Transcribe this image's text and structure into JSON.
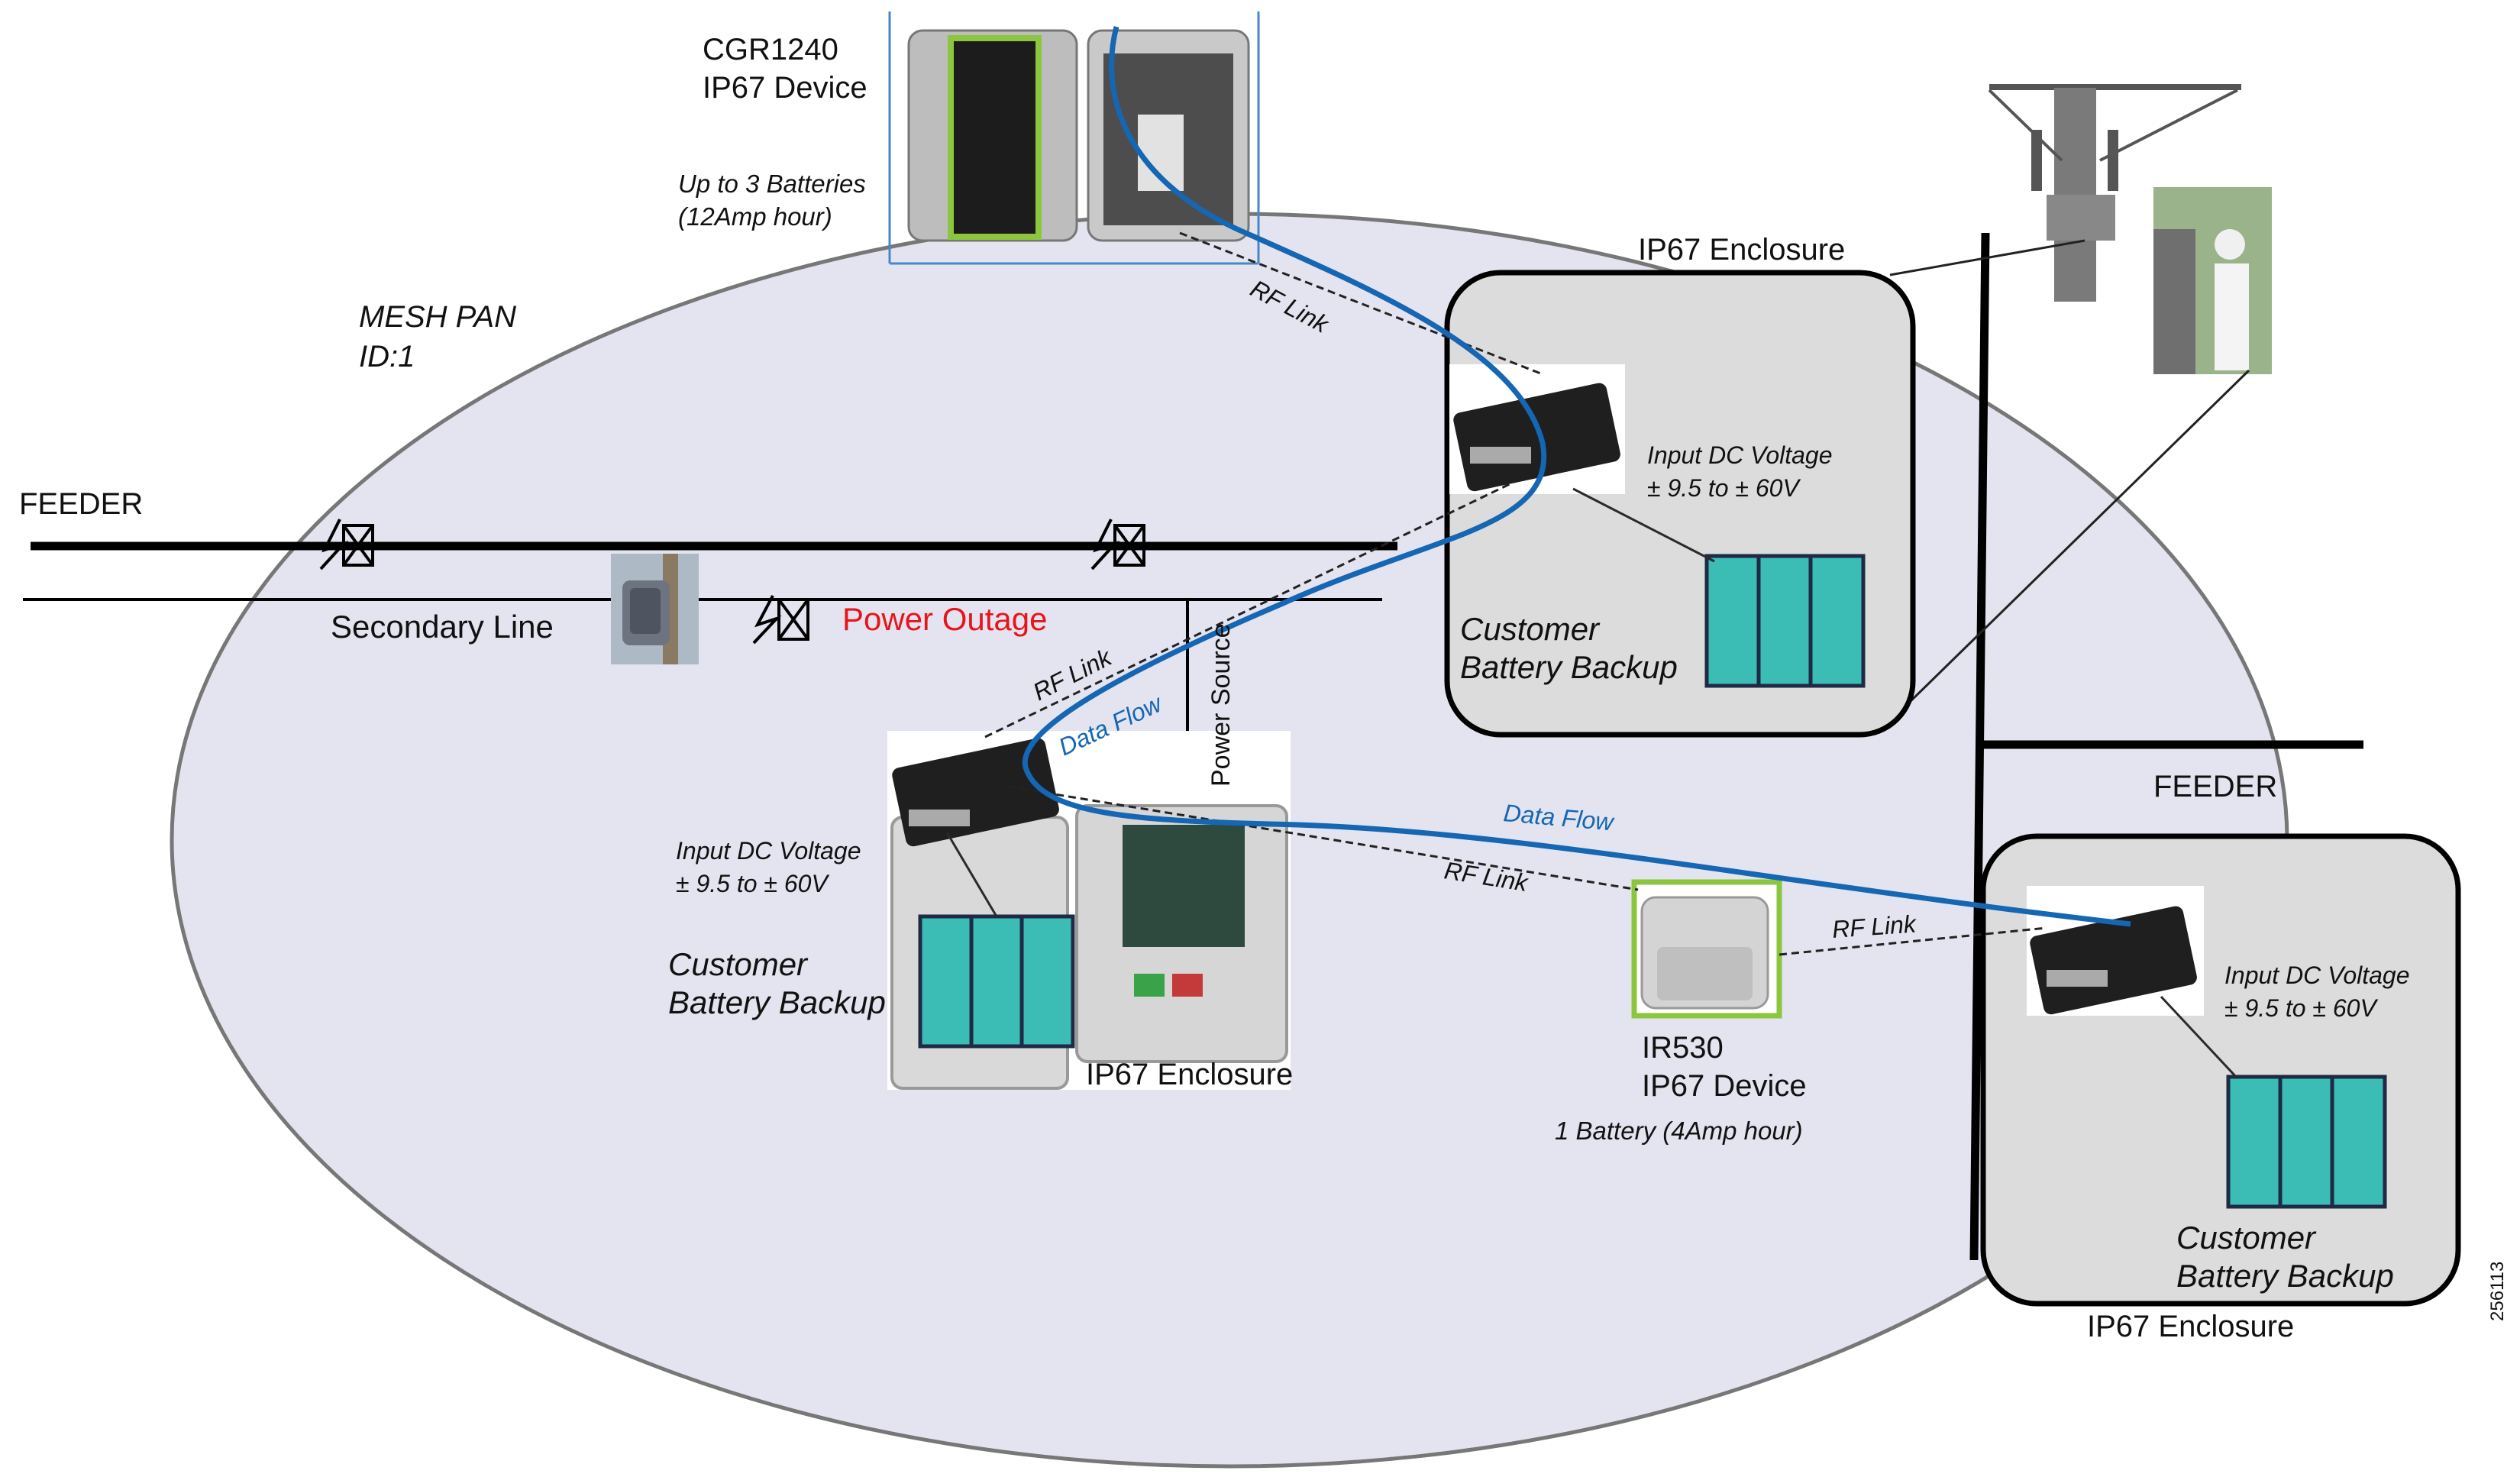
{
  "labels": {
    "cgr_title1": "CGR1240",
    "cgr_title2": "IP67 Device",
    "cgr_batt1": "Up to 3 Batteries",
    "cgr_batt2": "(12Amp hour)",
    "mesh1": "MESH PAN",
    "mesh2": "ID:1",
    "feeder_left": "FEEDER",
    "feeder_right": "FEEDER",
    "secondary_line": "Secondary Line",
    "power_outage": "Power Outage",
    "power_source": "Power Source",
    "rf_link_top": "RF Link",
    "rf_link_mid": "RF Link",
    "rf_link_bottom": "RF Link",
    "rf_link_right": "RF Link",
    "data_flow_1": "Data Flow",
    "data_flow_2": "Data Flow",
    "enc_top": "IP67 Enclosure",
    "enc_left": "IP67 Enclosure",
    "enc_right": "IP67 Enclosure",
    "vdc_top1": "Input DC Voltage",
    "vdc_top2": "± 9.5 to ± 60V",
    "vdc_left1": "Input DC Voltage",
    "vdc_left2": "± 9.5 to ± 60V",
    "vdc_right1": "Input DC Voltage",
    "vdc_right2": "± 9.5 to ± 60V",
    "cbb_top1": "Customer",
    "cbb_top2": "Battery Backup",
    "cbb_left1": "Customer",
    "cbb_left2": "Battery Backup",
    "cbb_right1": "Customer",
    "cbb_right2": "Battery Backup",
    "ir530_1": "IR530",
    "ir530_2": "IP67 Device",
    "ir530_batt": "1 Battery (4Amp hour)",
    "figure_id": "256113"
  },
  "colors": {
    "mesh_fill": "#e3e4ef",
    "data_flow": "#1566b3",
    "battery": "#3bbcb5",
    "outage": "#e8141b",
    "highlight": "#8cc63f"
  }
}
